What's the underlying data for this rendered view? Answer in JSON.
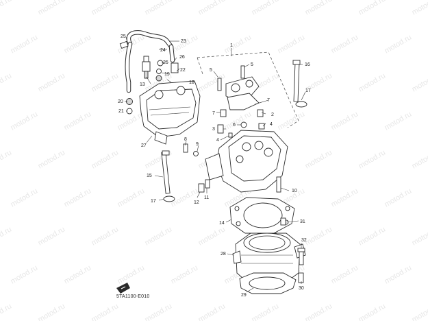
{
  "watermark": "motod.ru",
  "diagram_code": "5TA1100-E010",
  "callouts": {
    "c1": "1",
    "c2": "2",
    "c3": "3",
    "c4a": "4",
    "c4b": "4",
    "c5a": "5",
    "c5b": "5",
    "c6": "6",
    "c7a": "7",
    "c7b": "7",
    "c8": "8",
    "c9": "9",
    "c10": "10",
    "c11": "11",
    "c12": "12",
    "c13": "13",
    "c14": "14",
    "c15": "15",
    "c16": "16",
    "c17a": "17",
    "c17b": "17",
    "c18": "18",
    "c19": "19",
    "c20": "20",
    "c21": "21",
    "c22": "22",
    "c23": "23",
    "c24": "24",
    "c25a": "25",
    "c25b": "25",
    "c26": "26",
    "c27": "27",
    "c28": "28",
    "c29": "29",
    "c30": "30",
    "c31": "31",
    "c32": "32"
  }
}
